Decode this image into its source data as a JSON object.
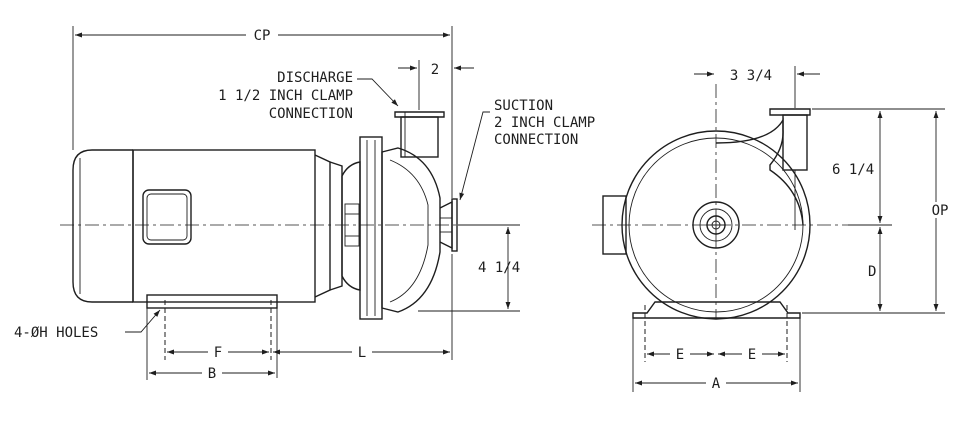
{
  "labels": {
    "cp": "CP",
    "two": "2",
    "discharge_1": "DISCHARGE",
    "discharge_2": "1 1/2 INCH CLAMP",
    "discharge_3": "CONNECTION",
    "suction_1": "SUCTION",
    "suction_2": "2 INCH CLAMP",
    "suction_3": "CONNECTION",
    "four_quarter": "4 1/4",
    "holes": "4-ØH HOLES",
    "f": "F",
    "b": "B",
    "l": "L",
    "three_three_quarter": "3 3/4",
    "six_quarter": "6 1/4",
    "op": "OP",
    "d": "D",
    "e_left": "E",
    "e_right": "E",
    "a": "A"
  }
}
